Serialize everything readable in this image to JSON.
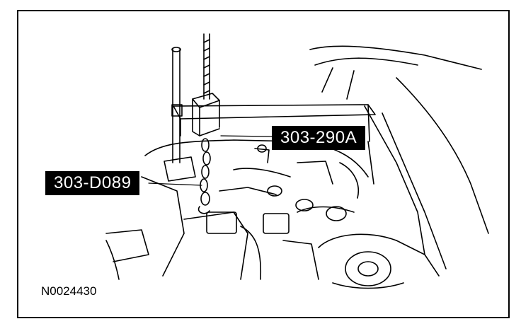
{
  "figure": {
    "callouts": {
      "tool_lifting": "303-290A",
      "tool_chain": "303-D089"
    },
    "figure_number": "N0024430"
  },
  "colors": {
    "ink": "#000000",
    "paper": "#ffffff"
  }
}
